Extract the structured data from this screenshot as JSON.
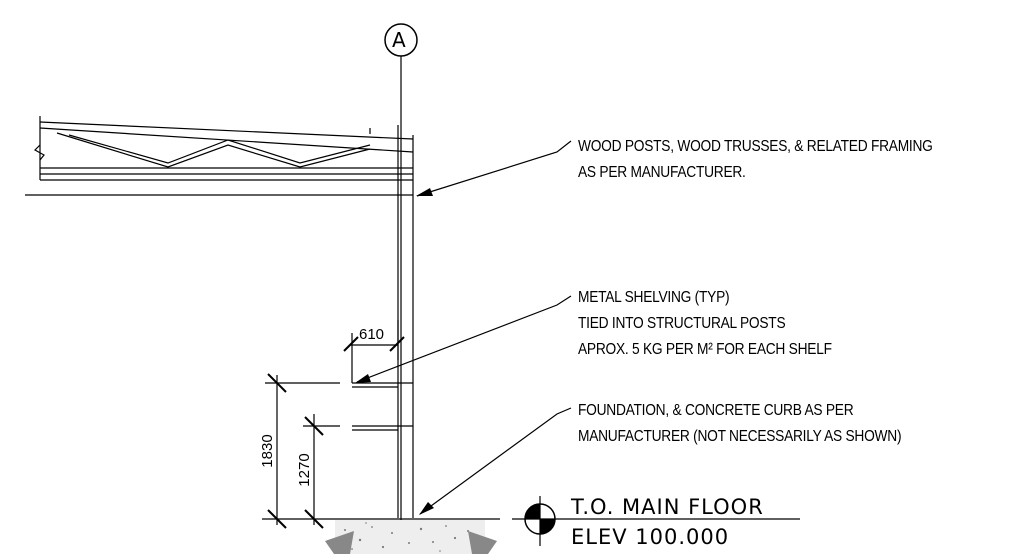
{
  "grid_bubble": {
    "label": "A"
  },
  "notes": [
    {
      "lines": [
        "WOOD POSTS, WOOD TRUSSES, & RELATED FRAMING",
        "AS PER MANUFACTURER."
      ]
    },
    {
      "lines": [
        "METAL SHELVING (TYP)",
        "TIED INTO STRUCTURAL POSTS",
        "APROX.  5 KG  PER  M² FOR EACH SHELF"
      ]
    },
    {
      "lines": [
        "FOUNDATION, & CONCRETE CURB AS PER",
        "MANUFACTURER (NOT NECESSARILY AS SHOWN)"
      ]
    }
  ],
  "dimensions": {
    "shelf_depth": "610",
    "upper_shelf_height": "1830",
    "lower_shelf_height": "1270"
  },
  "elevation_marker": {
    "title": "T.O.  MAIN  FLOOR",
    "value": "ELEV  100.000"
  }
}
